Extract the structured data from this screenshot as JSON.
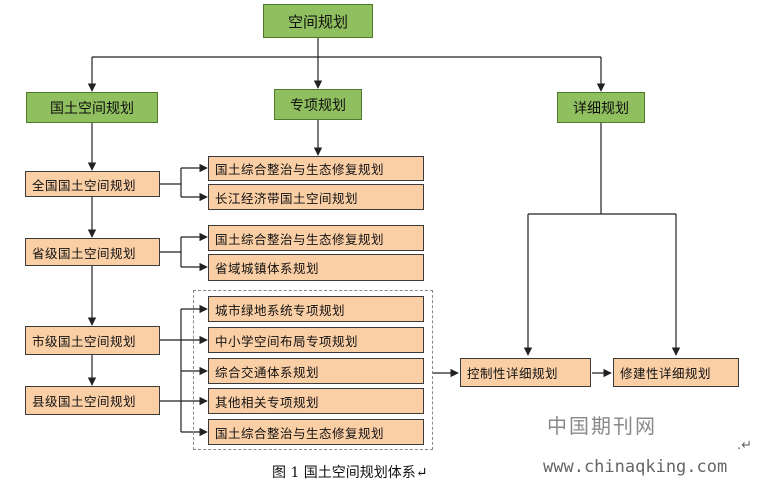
{
  "root": "空间规划",
  "categories": {
    "national": "国土空间规划",
    "special": "专项规划",
    "detailed": "详细规划"
  },
  "levels": {
    "country": "全国国土空间规划",
    "province": "省级国土空间规划",
    "city": "市级国土空间规划",
    "county": "县级国土空间规划"
  },
  "special_items": {
    "country": [
      "国土综合整治与生态修复规划",
      "长江经济带国土空间规划"
    ],
    "province": [
      "国土综合整治与生态修复规划",
      "省域城镇体系规划"
    ],
    "city_county": [
      "城市绿地系统专项规划",
      "中小学空间布局专项规划",
      "综合交通体系规划",
      "其他相关专项规划",
      "国土综合整治与生态修复规划"
    ]
  },
  "detailed_items": {
    "control": "控制性详细规划",
    "construction": "修建性详细规划"
  },
  "caption": "图 1 国土空间规划体系↵",
  "watermark": {
    "name": "中国期刊网",
    "url": "www.chinaqking.com",
    "mark": ".↵"
  }
}
